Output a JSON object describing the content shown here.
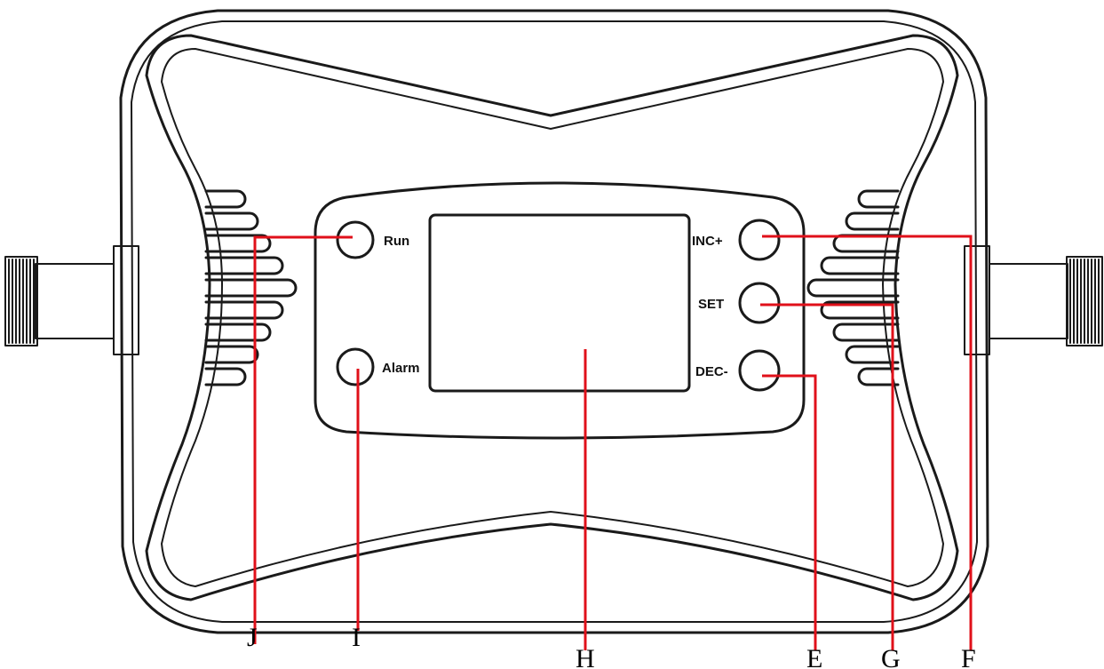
{
  "panel": {
    "run_label": "Run",
    "alarm_label": "Alarm",
    "inc_label": "INC+",
    "set_label": "SET",
    "dec_label": "DEC-"
  },
  "callouts": {
    "J": "J",
    "I": "I",
    "H": "H",
    "E": "E",
    "G": "G",
    "F": "F"
  },
  "colors": {
    "outline": "#1a1a1a",
    "leader": "#e0101a",
    "background": "#ffffff"
  }
}
